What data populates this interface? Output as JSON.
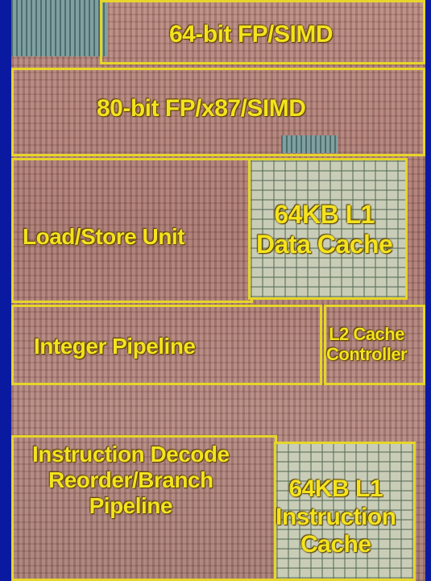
{
  "colors": {
    "background": "#0a1aa0",
    "label": "#f3e21f",
    "outline": "#e6d52a"
  },
  "blocks": {
    "fp64": {
      "label": "64-bit FP/SIMD"
    },
    "fp80": {
      "label": "80-bit FP/x87/SIMD"
    },
    "load_store": {
      "label": "Load/Store Unit"
    },
    "data_cache": {
      "line1": "64KB L1",
      "line2": "Data Cache"
    },
    "integer_pipeline": {
      "label": "Integer Pipeline"
    },
    "l2_controller": {
      "line1": "L2 Cache",
      "line2": "Controller"
    },
    "decode": {
      "line1": "Instruction Decode",
      "line2": "Reorder/Branch",
      "line3": "Pipeline"
    },
    "instruction_cache": {
      "line1": "64KB L1",
      "line2": "Instruction",
      "line3": "Cache"
    }
  }
}
